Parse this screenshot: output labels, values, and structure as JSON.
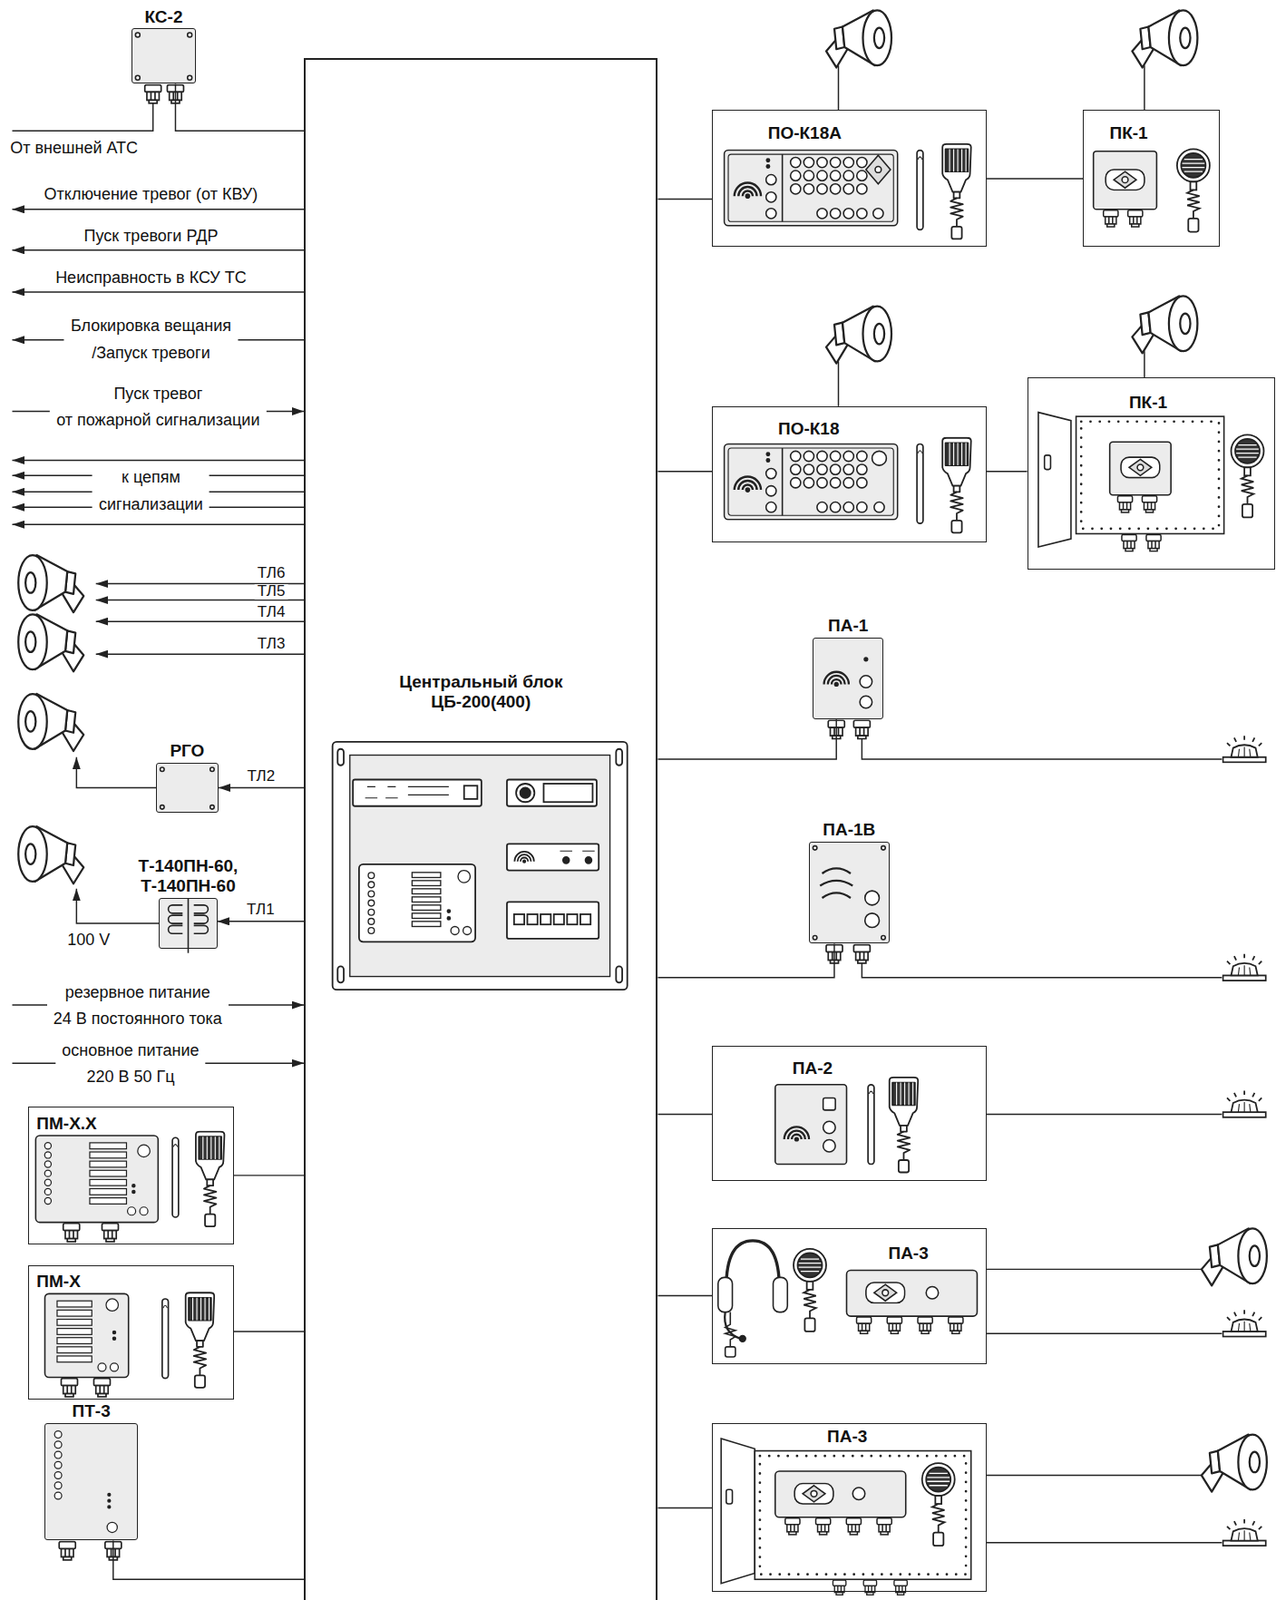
{
  "diagram": {
    "nodes": [
      {
        "text": [
          "КС-2"
        ]
      },
      {
        "text": [
          "Центральный блок ЦБ-200(400)"
        ]
      },
      {
        "text": [
          "ПО-К18А"
        ]
      },
      {
        "text": [
          "ПК-1"
        ]
      },
      {
        "text": [
          "ПО-К18"
        ]
      },
      {
        "text": [
          "ПК-1"
        ]
      },
      {
        "text": [
          "ПА-1"
        ]
      },
      {
        "text": [
          "ПА-1В"
        ]
      },
      {
        "text": [
          "ПА-2"
        ]
      },
      {
        "text": [
          "ПА-3"
        ]
      },
      {
        "text": [
          "ПА-3"
        ]
      },
      {
        "text": [
          "РГО"
        ]
      },
      {
        "text": [
          "Т-140ПН-60, Т-140ПН-60"
        ]
      },
      {
        "text": [
          "ПМ-Х.Х"
        ]
      },
      {
        "text": [
          "ПМ-Х"
        ]
      },
      {
        "text": [
          "ПТ-3"
        ]
      }
    ],
    "edges": [
      {
        "from": 0,
        "to": 1,
        "arrow": "none"
      },
      {
        "from": 1,
        "to": 2,
        "arrow": "none"
      },
      {
        "from": 2,
        "to": 3,
        "arrow": "none"
      },
      {
        "from": 1,
        "to": 4,
        "arrow": "none"
      },
      {
        "from": 4,
        "to": 5,
        "arrow": "none"
      },
      {
        "from": 1,
        "to": 6,
        "arrow": "none"
      },
      {
        "from": 1,
        "to": 7,
        "arrow": "none"
      },
      {
        "from": 1,
        "to": 8,
        "arrow": "none"
      },
      {
        "from": 1,
        "to": 9,
        "arrow": "none"
      },
      {
        "from": 1,
        "to": 10,
        "arrow": "none"
      },
      {
        "from": 1,
        "to": 11,
        "label": "ТЛ2",
        "arrow": "to"
      },
      {
        "from": 1,
        "to": 12,
        "label": "ТЛ1",
        "arrow": "to"
      },
      {
        "from": 13,
        "to": 1,
        "arrow": "none"
      },
      {
        "from": 14,
        "to": 1,
        "arrow": "none"
      },
      {
        "from": 15,
        "to": 1,
        "arrow": "none"
      }
    ],
    "labels": [
      "От внешней АТС",
      "Отключение тревог (от КВУ)",
      "Пуск тревоги РДР",
      "Неисправность в КСУ ТС",
      "Блокировка вещания /Запуск тревоги",
      "Пуск тревог от пожарной сигнализации",
      "к цепям сигнализации",
      "ТЛ6",
      "ТЛ5",
      "ТЛ4",
      "ТЛ3",
      "100 V",
      "резервное питание 24 В постоянного тока",
      "основное питание 220 В 50 Гц"
    ]
  }
}
